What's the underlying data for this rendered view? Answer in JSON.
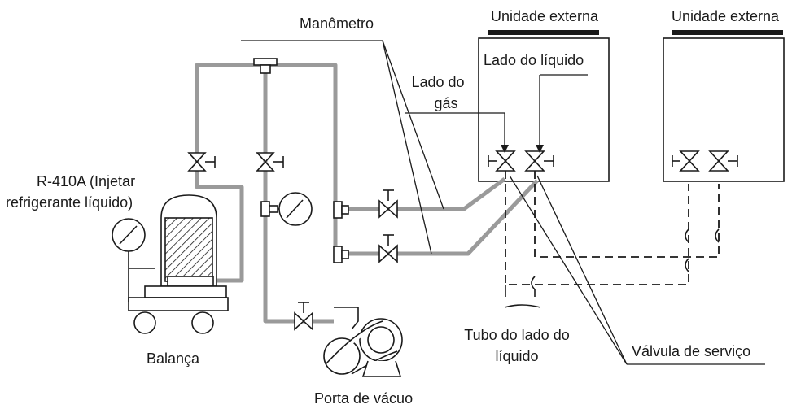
{
  "labels": {
    "manometer": "Manômetro",
    "outdoor_unit_1": "Unidade externa",
    "outdoor_unit_2": "Unidade externa",
    "liquid_side": "Lado do líquido",
    "gas_side_line1": "Lado do",
    "gas_side_line2": "gás",
    "refrigerant_line1": "R-410A (Injetar",
    "refrigerant_line2": "refrigerante líquido)",
    "scale": "Balança",
    "vacuum_port": "Porta de vácuo",
    "liquid_pipe_line1": "Tubo do lado do",
    "liquid_pipe_line2": "líquido",
    "service_valve": "Válvula de serviço"
  },
  "colors": {
    "line": "#1a1a1a",
    "pipe": "#9a9a9a",
    "background": "#ffffff"
  }
}
